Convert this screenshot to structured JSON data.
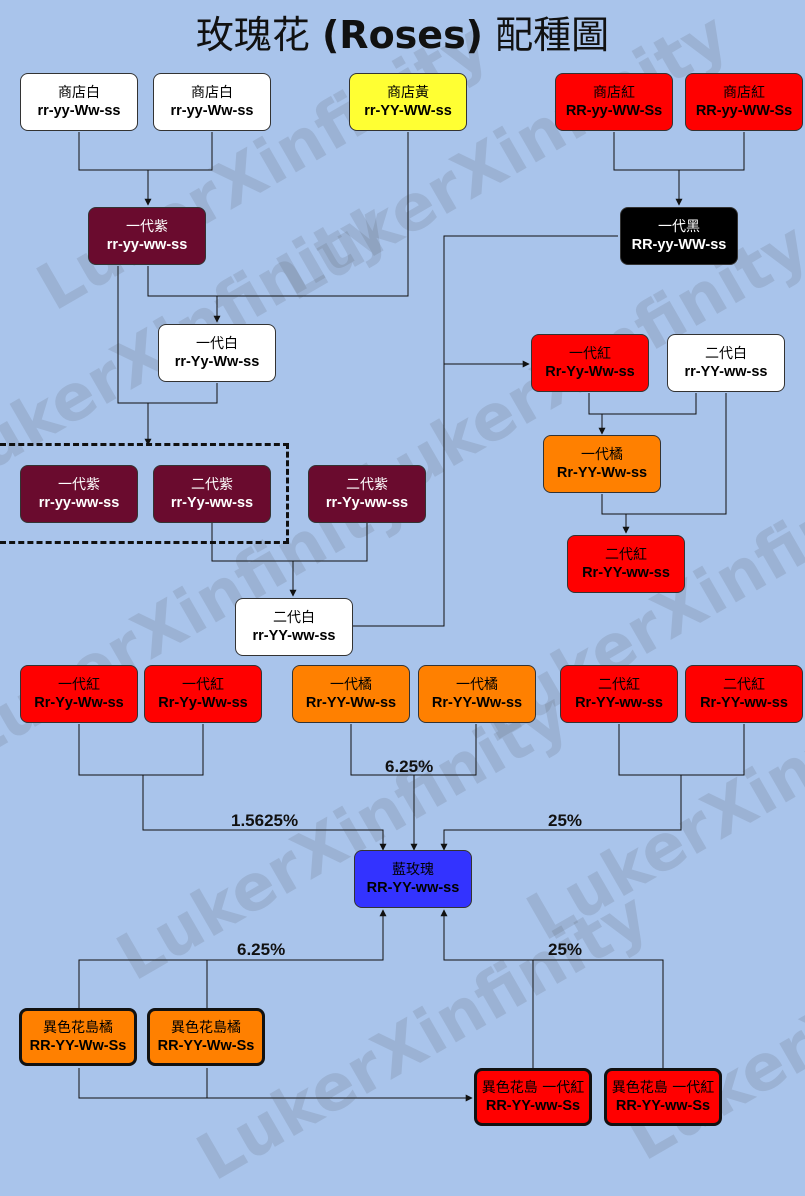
{
  "title": {
    "prefix": "玫瑰花 ",
    "bold": "(Roses)",
    "suffix": " 配種圖"
  },
  "watermark": "LukerXinfinity",
  "colors": {
    "white": "#ffffff",
    "yellow": "#ffff33",
    "red": "#ff0000",
    "purple": "#6a0b2e",
    "black": "#000000",
    "orange": "#ff8000",
    "blue": "#3333ff",
    "background": "#a9c4eb"
  },
  "nodes": {
    "shop_white_1": {
      "name": "商店白",
      "genotype": "rr-yy-Ww-ss",
      "color": "white"
    },
    "shop_white_2": {
      "name": "商店白",
      "genotype": "rr-yy-Ww-ss",
      "color": "white"
    },
    "shop_yellow": {
      "name": "商店黃",
      "genotype": "rr-YY-WW-ss",
      "color": "yellow"
    },
    "shop_red_1": {
      "name": "商店紅",
      "genotype": "RR-yy-WW-Ss",
      "color": "red"
    },
    "shop_red_2": {
      "name": "商店紅",
      "genotype": "RR-yy-WW-Ss",
      "color": "red"
    },
    "gen1_purple": {
      "name": "一代紫",
      "genotype": "rr-yy-ww-ss",
      "color": "purple"
    },
    "gen1_black": {
      "name": "一代黑",
      "genotype": "RR-yy-WW-ss",
      "color": "black"
    },
    "gen1_white": {
      "name": "一代白",
      "genotype": "rr-Yy-Ww-ss",
      "color": "white"
    },
    "gen1_red": {
      "name": "一代紅",
      "genotype": "Rr-Yy-Ww-ss",
      "color": "red"
    },
    "gen2_white_r": {
      "name": "二代白",
      "genotype": "rr-YY-ww-ss",
      "color": "white"
    },
    "gen1_orange": {
      "name": "一代橘",
      "genotype": "Rr-YY-Ww-ss",
      "color": "orange"
    },
    "gen2_red": {
      "name": "二代紅",
      "genotype": "Rr-YY-ww-ss",
      "color": "red"
    },
    "dash_purple_1": {
      "name": "一代紫",
      "genotype": "rr-yy-ww-ss",
      "color": "purple"
    },
    "dash_purple_2": {
      "name": "二代紫",
      "genotype": "rr-Yy-ww-ss",
      "color": "purple"
    },
    "gen2_purple": {
      "name": "二代紫",
      "genotype": "rr-Yy-ww-ss",
      "color": "purple"
    },
    "gen2_white": {
      "name": "二代白",
      "genotype": "rr-YY-ww-ss",
      "color": "white"
    },
    "b_red_1": {
      "name": "一代紅",
      "genotype": "Rr-Yy-Ww-ss",
      "color": "red"
    },
    "b_red_2": {
      "name": "一代紅",
      "genotype": "Rr-Yy-Ww-ss",
      "color": "red"
    },
    "b_orange_1": {
      "name": "一代橘",
      "genotype": "Rr-YY-Ww-ss",
      "color": "orange"
    },
    "b_orange_2": {
      "name": "一代橘",
      "genotype": "Rr-YY-Ww-ss",
      "color": "orange"
    },
    "b_red2_1": {
      "name": "二代紅",
      "genotype": "Rr-YY-ww-ss",
      "color": "red"
    },
    "b_red2_2": {
      "name": "二代紅",
      "genotype": "Rr-YY-ww-ss",
      "color": "red"
    },
    "blue_rose": {
      "name": "藍玫瑰",
      "genotype": "RR-YY-ww-ss",
      "color": "blue"
    },
    "island_orange_1": {
      "name": "異色花島橘",
      "genotype": "RR-YY-Ww-Ss",
      "color": "orange"
    },
    "island_orange_2": {
      "name": "異色花島橘",
      "genotype": "RR-YY-Ww-Ss",
      "color": "orange"
    },
    "island_red_1": {
      "name": "異色花島 一代紅",
      "genotype": "RR-YY-ww-Ss",
      "color": "red"
    },
    "island_red_2": {
      "name": "異色花島 一代紅",
      "genotype": "RR-YY-ww-Ss",
      "color": "red"
    }
  },
  "percentages": {
    "p_red": "1.5625%",
    "p_orange": "6.25%",
    "p_red2": "25%",
    "p_island_orange": "6.25%",
    "p_island_red": "25%"
  }
}
